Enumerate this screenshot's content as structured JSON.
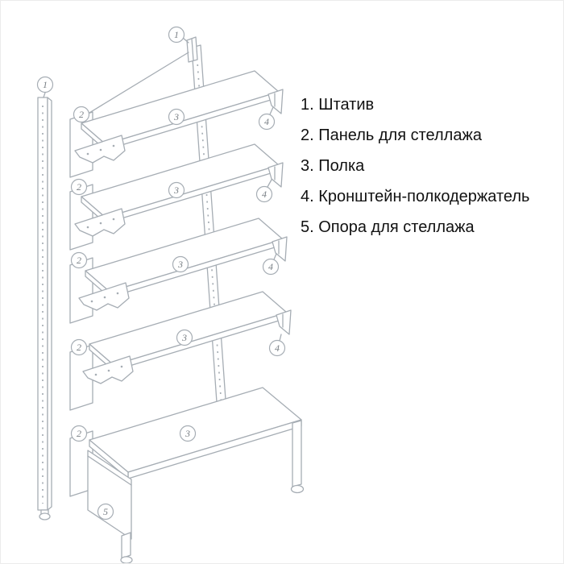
{
  "colors": {
    "line": "#a6adb4",
    "text": "#111111",
    "background": "#ffffff"
  },
  "legend": {
    "items": [
      "1. Штатив",
      "2. Панель для стеллажа",
      "3. Полка",
      "4. Кронштейн-полкодержатель",
      "5. Опора для стеллажа"
    ]
  },
  "callouts": {
    "post_left": "1",
    "post_top": "1",
    "panels": [
      "2",
      "2",
      "2",
      "2",
      "2"
    ],
    "shelves": [
      "3",
      "3",
      "3",
      "3",
      "3"
    ],
    "brackets": [
      "4",
      "4",
      "4",
      "4"
    ],
    "base": "5"
  }
}
